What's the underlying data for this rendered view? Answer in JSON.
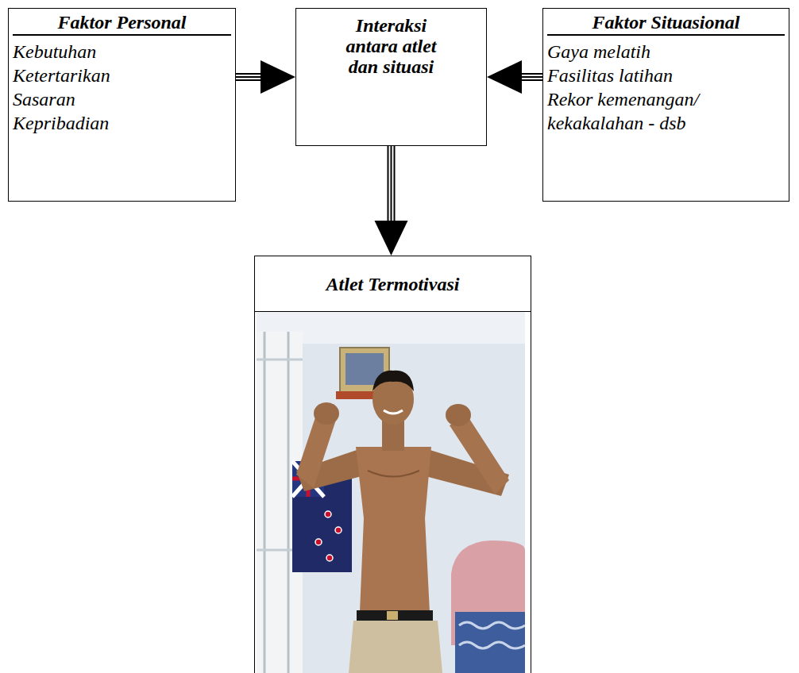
{
  "diagram": {
    "nodes": [
      {
        "text": [
          "Faktor Personal",
          "Kebutuhan",
          "Ketertarikan",
          "Sasaran",
          "Kepribadian"
        ]
      },
      {
        "text": [
          "Interaksi antara atlet dan situasi"
        ]
      },
      {
        "text": [
          "Faktor Situasional",
          "Gaya melatih",
          "Fasilitas latihan",
          "Rekor kemenangan/ kekakalahan - dsb"
        ]
      },
      {
        "text": [
          "Atlet Termotivasi"
        ]
      }
    ],
    "edges": [
      {
        "from": 0,
        "to": 1,
        "arrow": "to"
      },
      {
        "from": 2,
        "to": 1,
        "arrow": "to"
      },
      {
        "from": 1,
        "to": 3,
        "arrow": "to"
      }
    ]
  }
}
